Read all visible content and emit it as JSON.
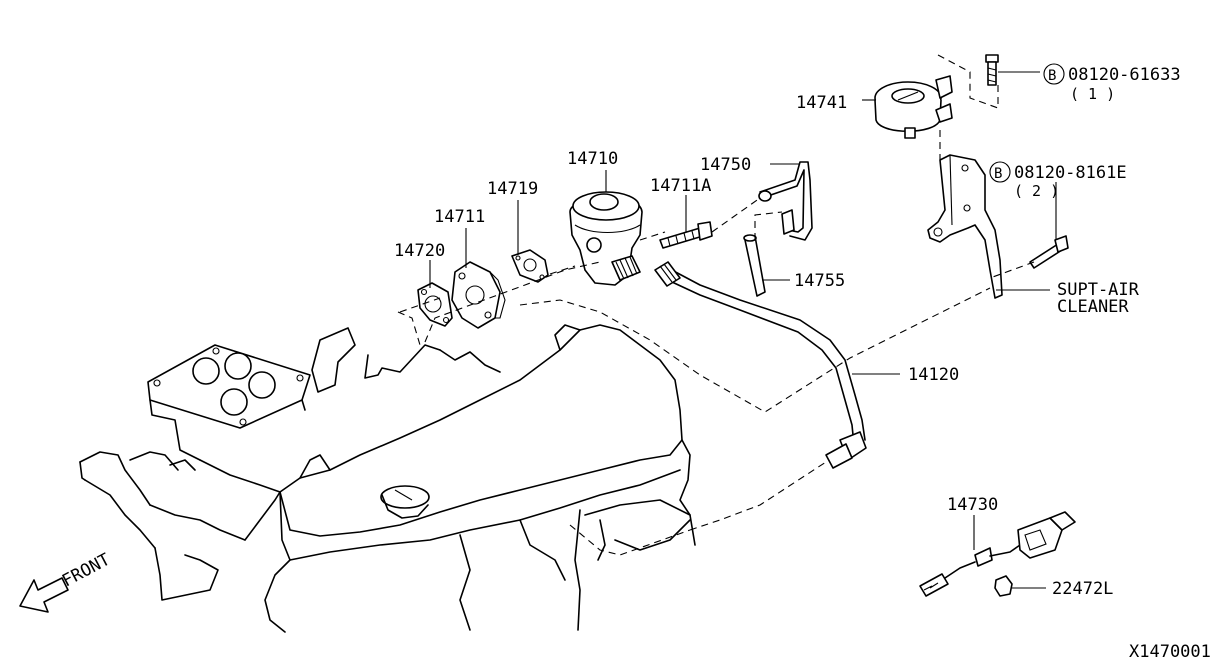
{
  "diagram": {
    "parts": {
      "p14741": "14741",
      "p14710": "14710",
      "p14750": "14750",
      "p14711A": "14711A",
      "p14719": "14719",
      "p14711": "14711",
      "p14720": "14720",
      "p14755": "14755",
      "p14120": "14120",
      "p14730": "14730",
      "p22472L": "22472L"
    },
    "bolt1": {
      "code": "08120-61633",
      "qty": "( 1 )"
    },
    "bolt2": {
      "code": "08120-8161E",
      "qty": "( 2 )"
    },
    "bolt_marker": "B",
    "bracket_label": {
      "line1": "SUPT-AIR",
      "line2": "CLEANER"
    },
    "front_label": "FRONT",
    "drawing_id": "X1470001"
  }
}
